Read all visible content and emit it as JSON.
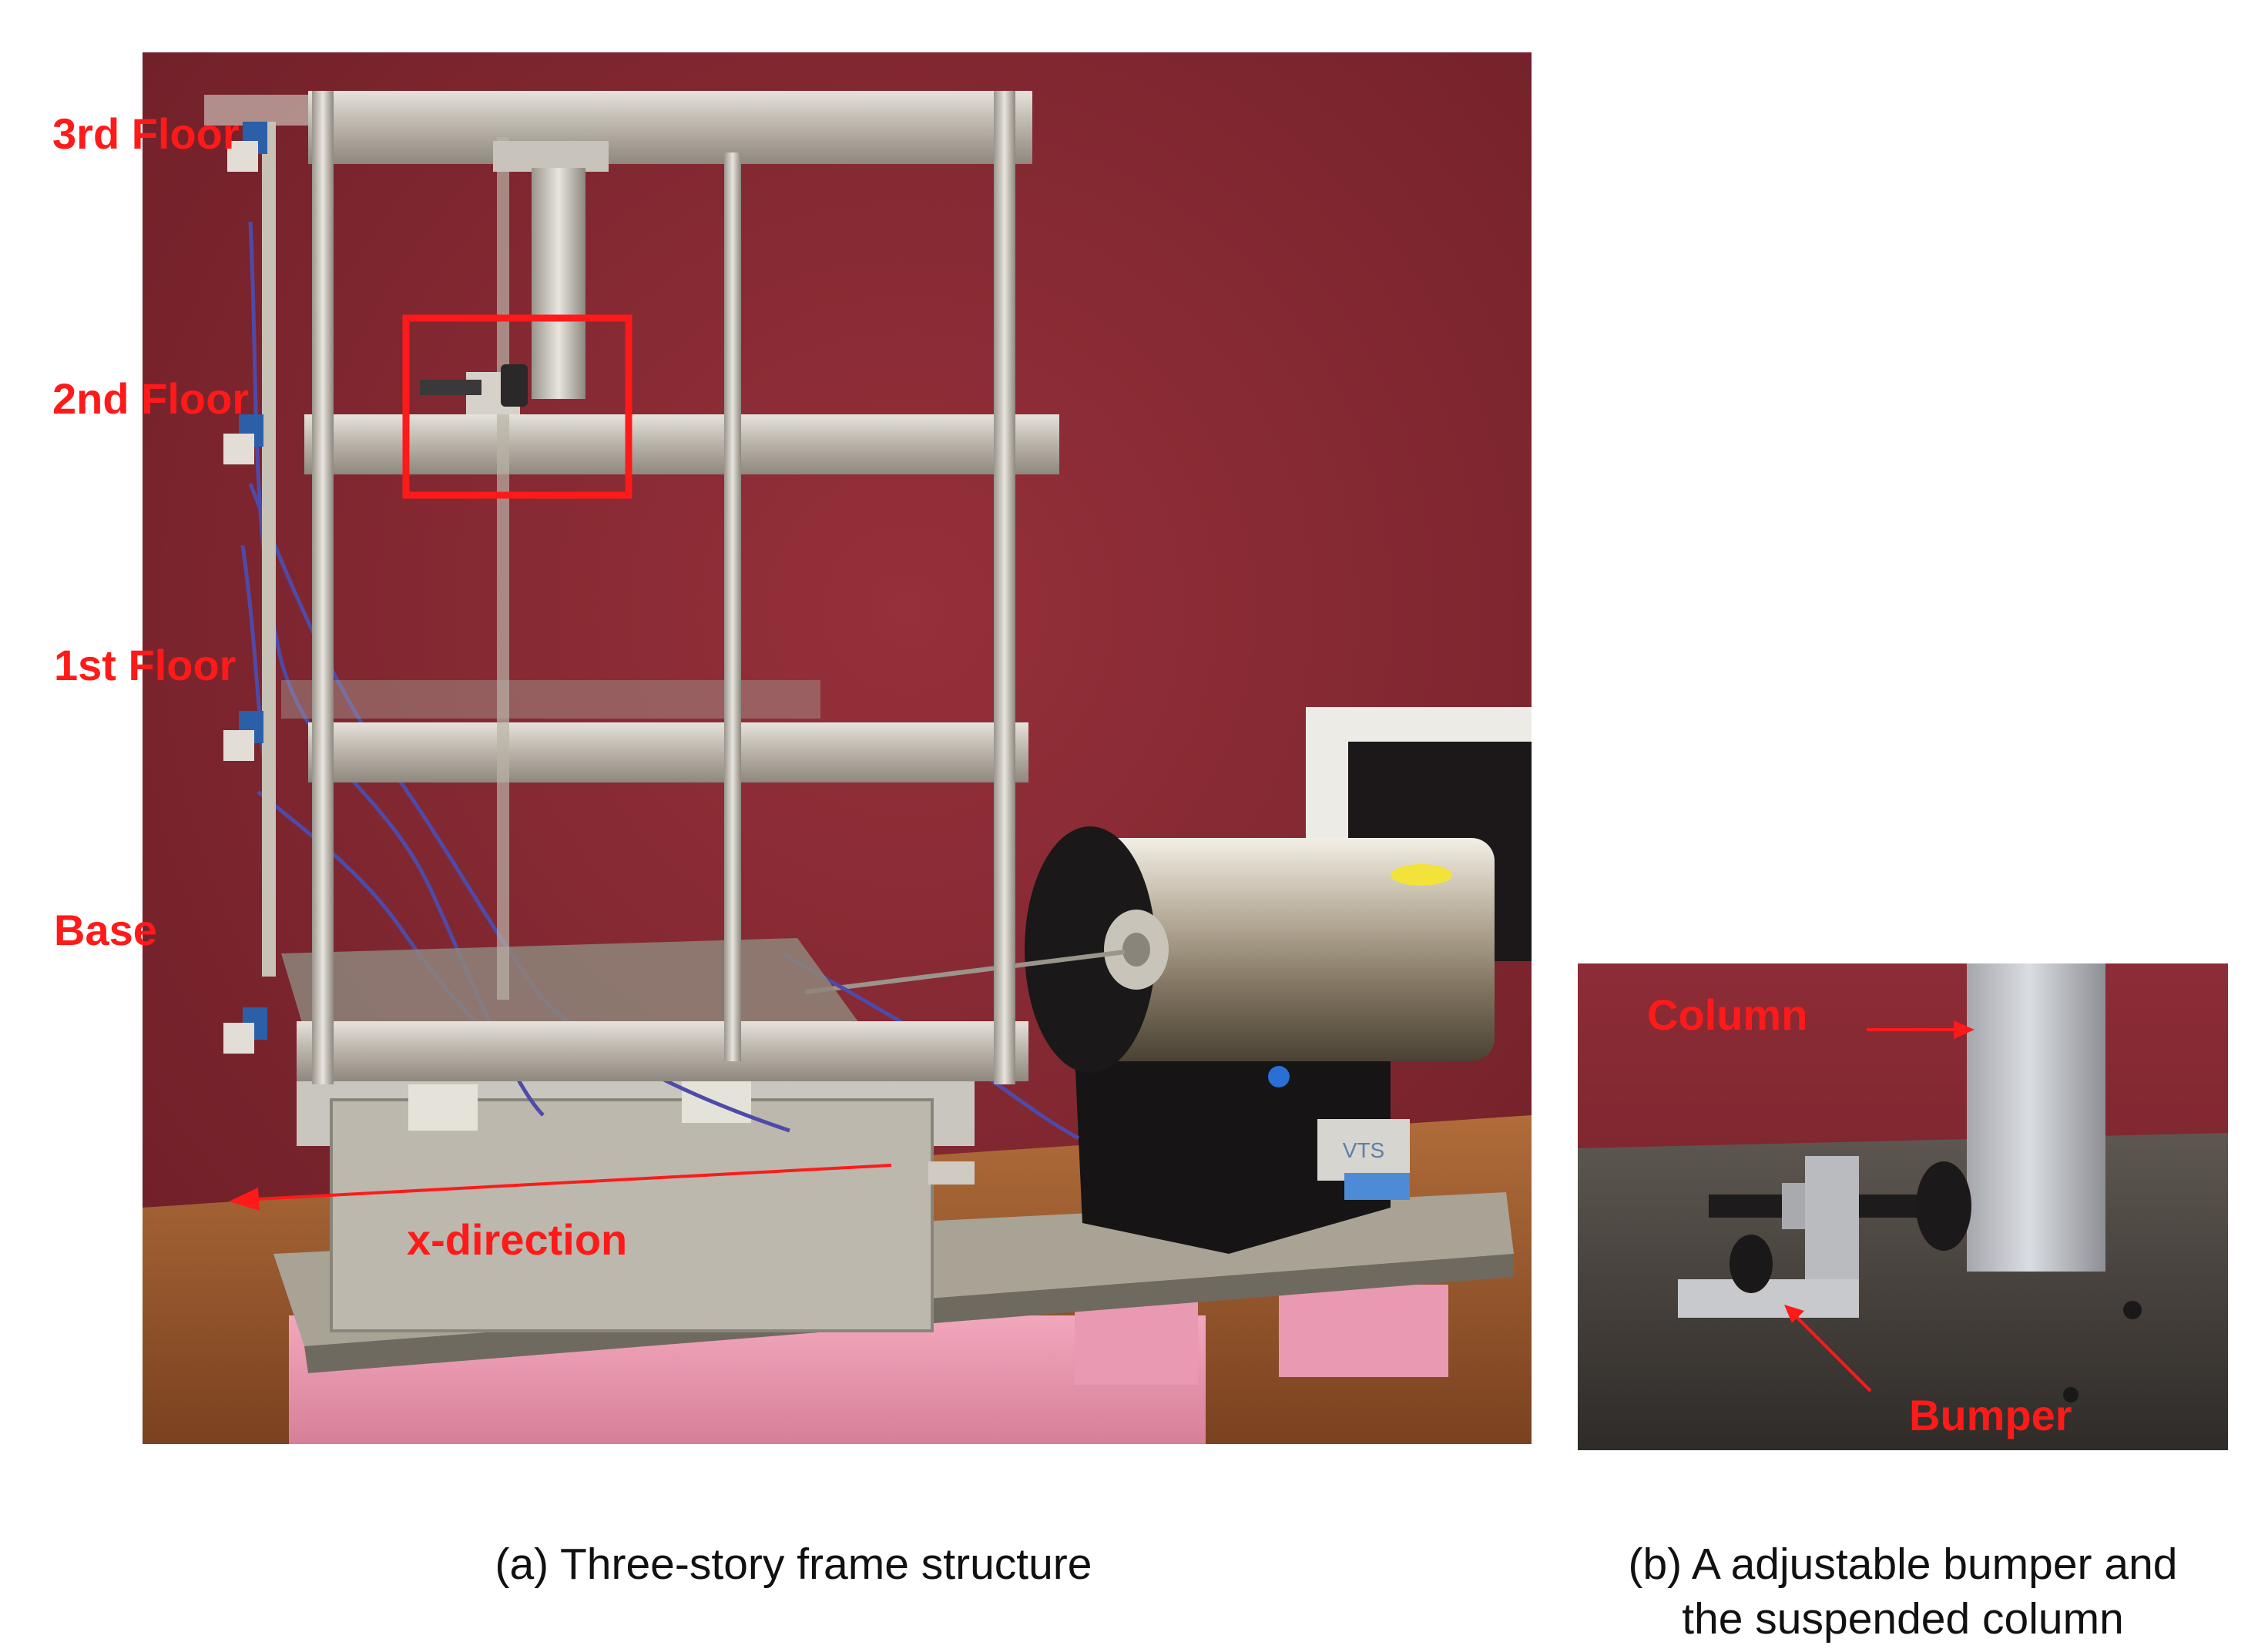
{
  "photo_a": {
    "floor_labels": {
      "third": "3rd Floor",
      "second": "2nd Floor",
      "first": "1st Floor",
      "base": "Base"
    },
    "direction_label": "x-direction",
    "shaker_brand": "VTS",
    "caption": "(a) Three-story frame structure"
  },
  "photo_b": {
    "column_label": "Column",
    "bumper_label": "Bumper",
    "caption": "(b) A adjustable bumper and\nthe suspended column"
  },
  "colors": {
    "annotation_red": "#ff1a1a",
    "wall_maroon": "#8a2a33",
    "caption_text": "#111111"
  }
}
